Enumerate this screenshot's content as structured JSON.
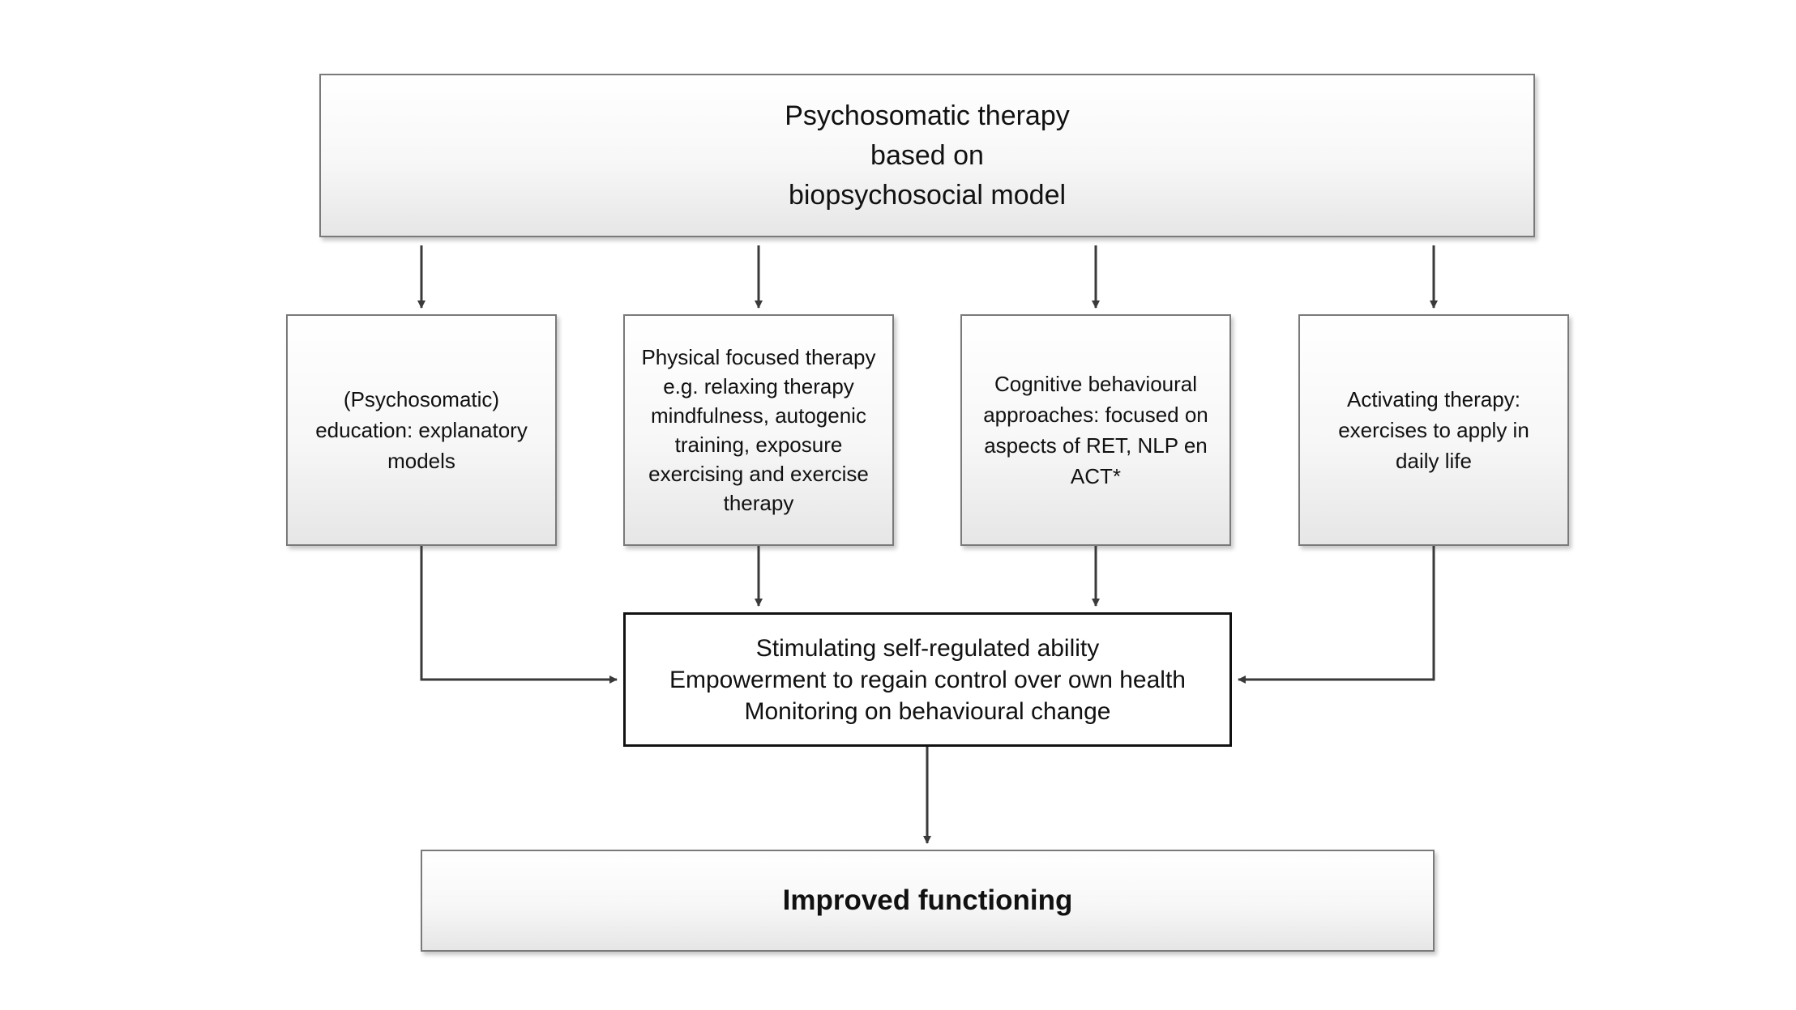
{
  "diagram": {
    "top_box": "Psychosomatic therapy\nbased on\nbiopsychosocial model",
    "branches": [
      {
        "text": "(Psychosomatic)\neducation: explanatory\nmodels"
      },
      {
        "text": "Physical focused therapy\ne.g. relaxing therapy\nmindfulness, autogenic\ntraining,  exposure\nexercising and exercise\ntherapy"
      },
      {
        "text": "Cognitive behavioural\napproaches: focused on\naspects of RET, NLP en\nACT*"
      },
      {
        "text": "Activating therapy:\nexercises to apply in\ndaily life"
      }
    ],
    "middle_box": "Stimulating self-regulated ability\nEmpowerment  to regain control over own health\nMonitoring on behavioural change",
    "bottom_box": "Improved functioning",
    "colors": {
      "box_border": "#7a7a7a",
      "box_fill_top": "#ffffff",
      "box_fill_bottom": "#e6e6e6",
      "outcome_border": "#111111",
      "arrow": "#3a3a3a",
      "text": "#111111"
    }
  }
}
